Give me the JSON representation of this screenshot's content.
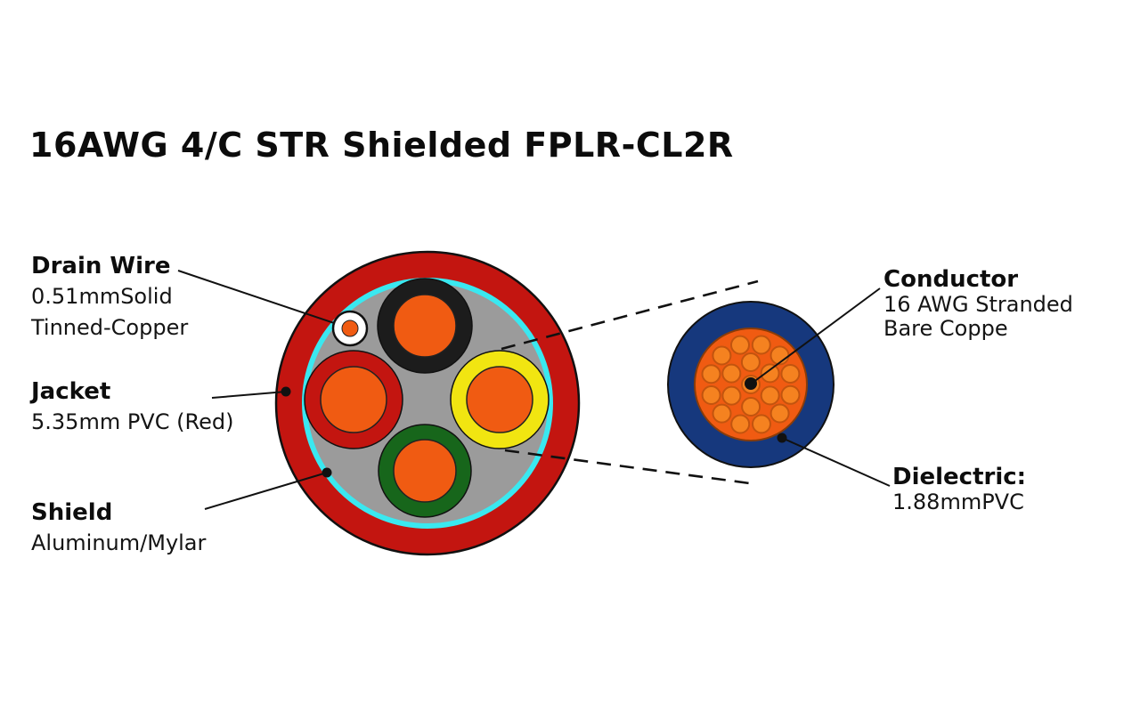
{
  "title": "16AWG 4/C STR Shielded FPLR-CL2R",
  "callouts": {
    "drain_wire": {
      "heading": "Drain Wire",
      "lines": [
        "0.51mmSolid",
        "Tinned-Copper"
      ]
    },
    "jacket": {
      "heading": "Jacket",
      "lines": [
        "5.35mm PVC (Red)"
      ]
    },
    "shield": {
      "heading": "Shield",
      "lines": [
        "Aluminum/Mylar"
      ]
    },
    "conductor": {
      "heading": "Conductor",
      "lines": [
        "16 AWG Stranded",
        "Bare Coppe"
      ]
    },
    "dielectric": {
      "heading": "Dielectric:",
      "lines": [
        "1.88mmPVC"
      ]
    }
  },
  "colors": {
    "jacket_red": "#c31510",
    "shield_cyan": "#3ae8f0",
    "filler_gray": "#9b9b9b",
    "insulation_black": "#1c1c1c",
    "insulation_red": "#c31510",
    "insulation_yellow": "#f1e511",
    "insulation_green": "#17661b",
    "core_orange": "#f05b12",
    "drain_white": "#ffffff",
    "dielectric_blue": "#16387d",
    "strand_fill": "#f58220",
    "strand_stroke": "#c2540e",
    "outline": "#111111"
  }
}
